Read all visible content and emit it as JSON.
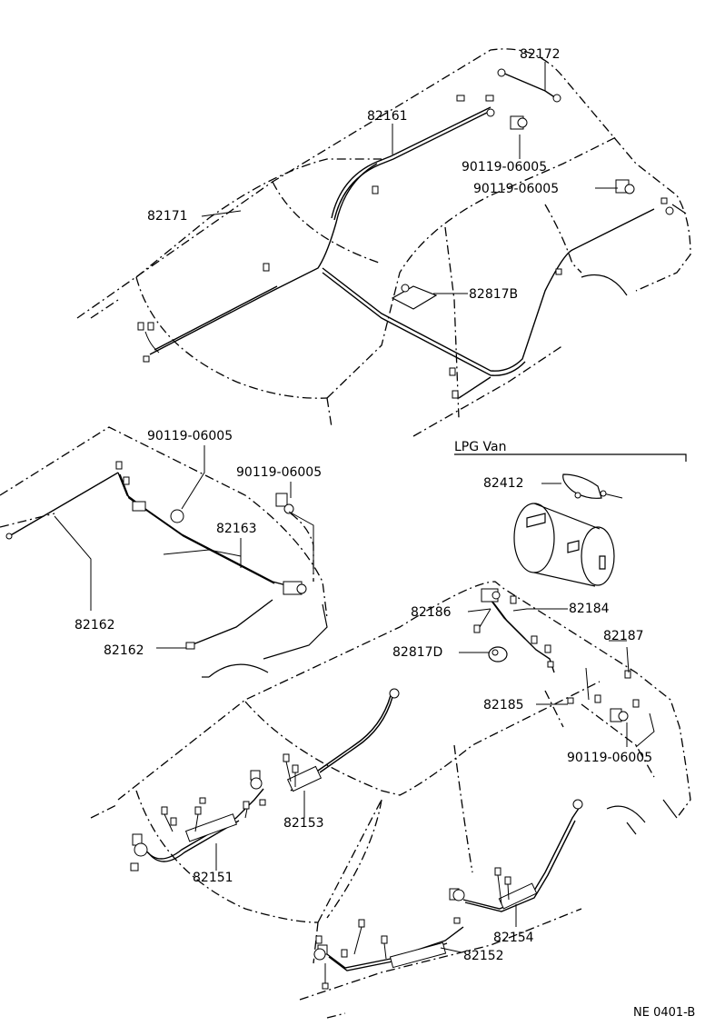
{
  "labels": {
    "p82172": "82172",
    "p82161": "82161",
    "p90119_a": "90119-06005",
    "p90119_b": "90119-06005",
    "p82171": "82171",
    "p82817B": "82817B",
    "p90119_c": "90119-06005",
    "p90119_d": "90119-06005",
    "p82163": "82163",
    "p82162_a": "82162",
    "p82162_b": "82162",
    "lpg_title": "LPG Van",
    "p82412": "82412",
    "p82186": "82186",
    "p82184": "82184",
    "p82187": "82187",
    "p82817D": "82817D",
    "p82185": "82185",
    "p90119_e": "90119-06005",
    "p82153": "82153",
    "p82151": "82151",
    "p82154": "82154",
    "p82152": "82152",
    "figure_code": "NE 0401-B"
  }
}
